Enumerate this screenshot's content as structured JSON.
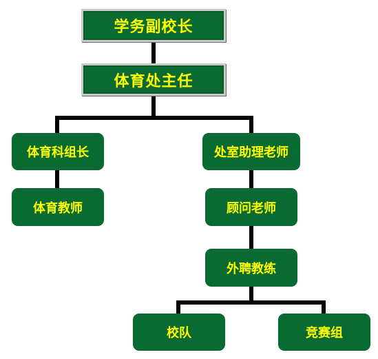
{
  "diagram": {
    "colors": {
      "node_fill": "#0a6b32",
      "node_text": "#ffff00",
      "top_border": "#c9c9c9",
      "connector": "#000000"
    },
    "nodes": {
      "vice_principal": {
        "label": "学务副校长"
      },
      "pe_director": {
        "label": "体育处主任"
      },
      "pe_group_leader": {
        "label": "体育科组长"
      },
      "assistant_to_director": {
        "label": "处室助理老师"
      },
      "pe_teacher": {
        "label": "体育教师"
      },
      "advisor_teacher": {
        "label": "顾问老师"
      },
      "external_coach": {
        "label": "外聘教练"
      },
      "school_team": {
        "label": "校队"
      },
      "competition_group": {
        "label": "竞赛组"
      }
    }
  }
}
